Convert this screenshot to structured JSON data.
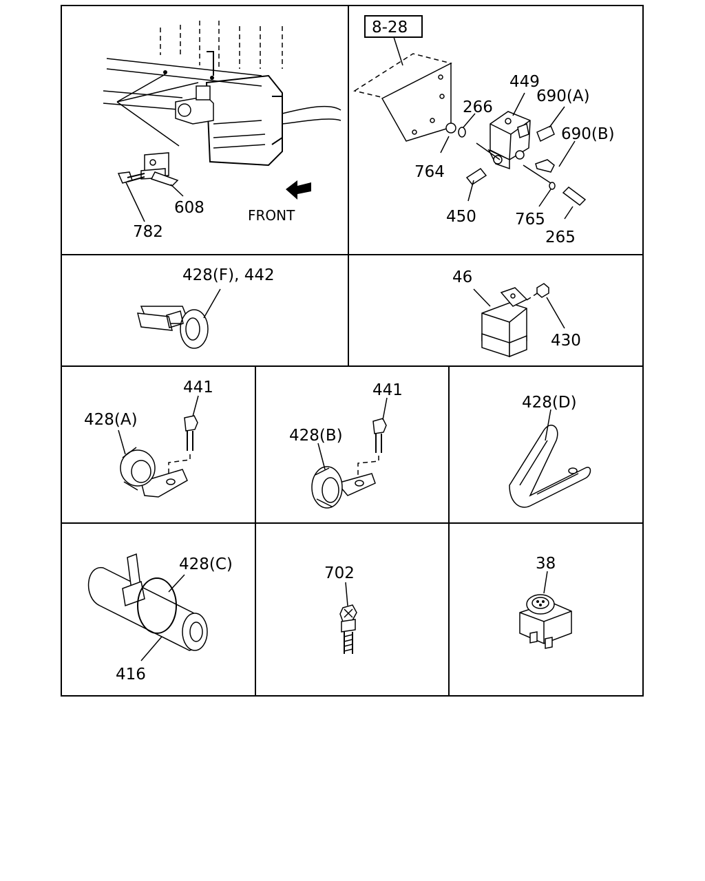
{
  "panels": {
    "p1": {
      "labels": {
        "a": "782",
        "b": "608"
      },
      "front": "FRONT"
    },
    "p2": {
      "ref_box": "8-28",
      "labels": {
        "a": "449",
        "b": "266",
        "c": "690(A)",
        "d": "690(B)",
        "e": "764",
        "f": "450",
        "g": "765",
        "h": "265"
      }
    },
    "p3": {
      "labels": {
        "a": "428(F), 442"
      }
    },
    "p4": {
      "labels": {
        "a": "46",
        "b": "430"
      }
    },
    "p5": {
      "labels": {
        "a": "441",
        "b": "428(A)"
      }
    },
    "p6": {
      "labels": {
        "a": "441",
        "b": "428(B)"
      }
    },
    "p7": {
      "labels": {
        "a": "428(D)"
      }
    },
    "p8": {
      "labels": {
        "a": "428(C)",
        "b": "416"
      }
    },
    "p9": {
      "labels": {
        "a": "702"
      }
    },
    "p10": {
      "labels": {
        "a": "38"
      }
    }
  }
}
